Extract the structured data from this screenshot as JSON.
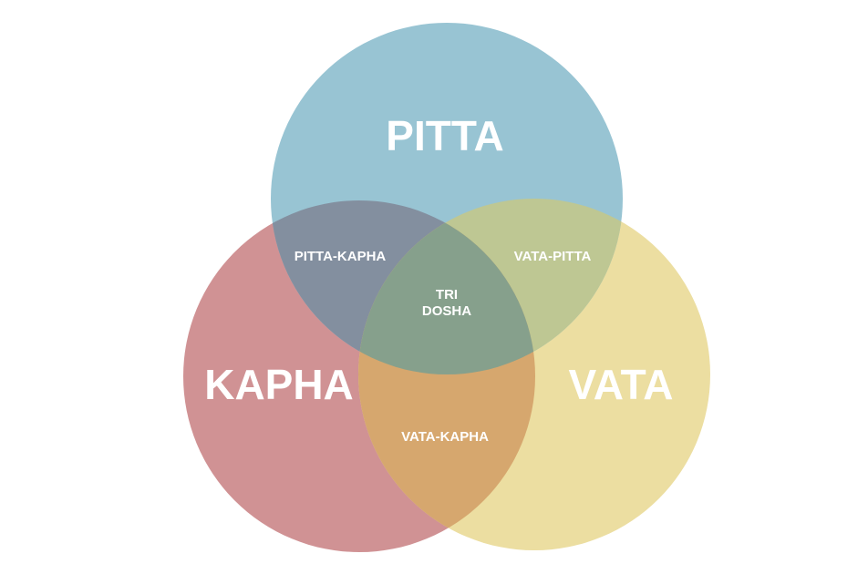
{
  "diagram": {
    "sets": [
      {
        "id": "pitta",
        "label": "PITTA",
        "color": "#98c4d3"
      },
      {
        "id": "kapha",
        "label": "KAPHA",
        "color": "#d09294"
      },
      {
        "id": "vata",
        "label": "VATA",
        "color": "#ecdea1"
      }
    ],
    "intersections": [
      {
        "id": "pitta-kapha",
        "label": "PITTA-KAPHA",
        "color": "#838f9f"
      },
      {
        "id": "vata-pitta",
        "label": "VATA-PITTA",
        "color": "#bec793"
      },
      {
        "id": "vata-kapha",
        "label": "VATA-KAPHA",
        "color": "#d6a76e"
      }
    ],
    "center": {
      "label_line1": "TRI",
      "label_line2": "DOSHA",
      "color": "#86a08c"
    },
    "text_color": "#ffffff",
    "background": "#ffffff"
  }
}
